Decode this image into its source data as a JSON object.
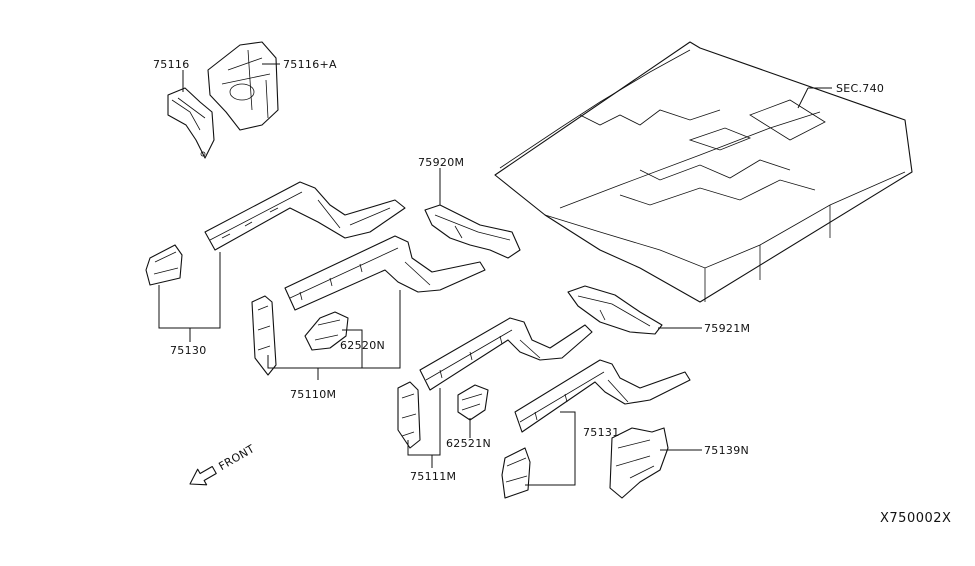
{
  "diagram": {
    "catalog_code": "X750002X",
    "front_label": "FRONT",
    "parts": {
      "p75116": "75116",
      "p75116a": "75116+A",
      "sec740": "SEC.740",
      "p75920m": "75920M",
      "p75130": "75130",
      "p62520n": "62520N",
      "p75110m": "75110M",
      "p75921m": "75921M",
      "p75131": "75131",
      "p75139n": "75139N",
      "p62521n": "62521N",
      "p75111m": "75111M"
    }
  }
}
